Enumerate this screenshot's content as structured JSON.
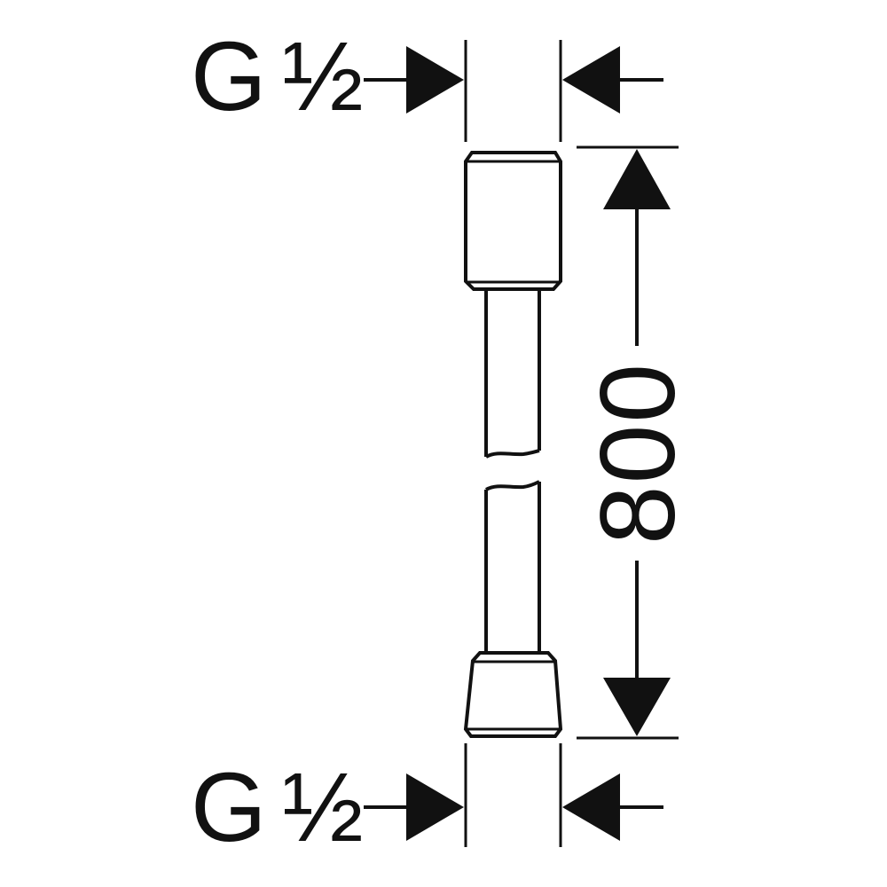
{
  "diagram": {
    "top_thread": {
      "letter": "G",
      "size": "½"
    },
    "bottom_thread": {
      "letter": "G",
      "size": "½"
    },
    "length_dimension": "800",
    "colors": {
      "line": "#111111",
      "background": "#ffffff"
    }
  }
}
